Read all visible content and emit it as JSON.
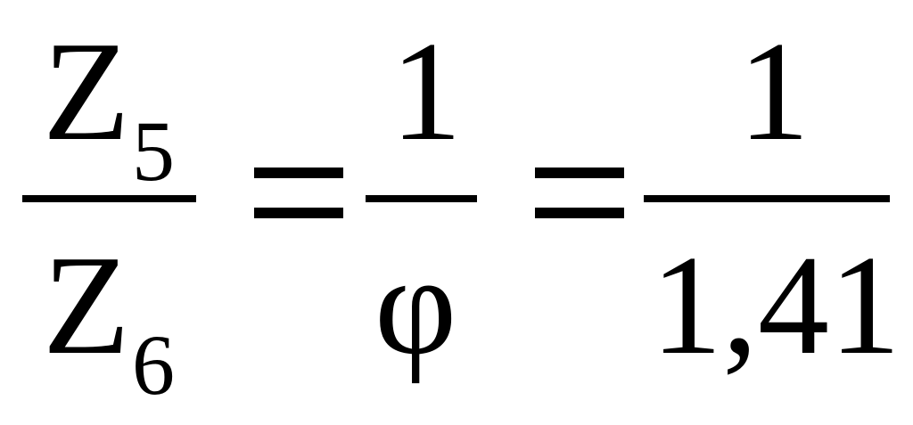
{
  "formula": {
    "fraction_1": {
      "numerator": {
        "base": "Z",
        "subscript": "5"
      },
      "denominator": {
        "base": "Z",
        "subscript": "6"
      }
    },
    "fraction_2": {
      "numerator": "1",
      "denominator": "φ"
    },
    "fraction_3": {
      "numerator": "1",
      "denominator": "1,41"
    }
  }
}
